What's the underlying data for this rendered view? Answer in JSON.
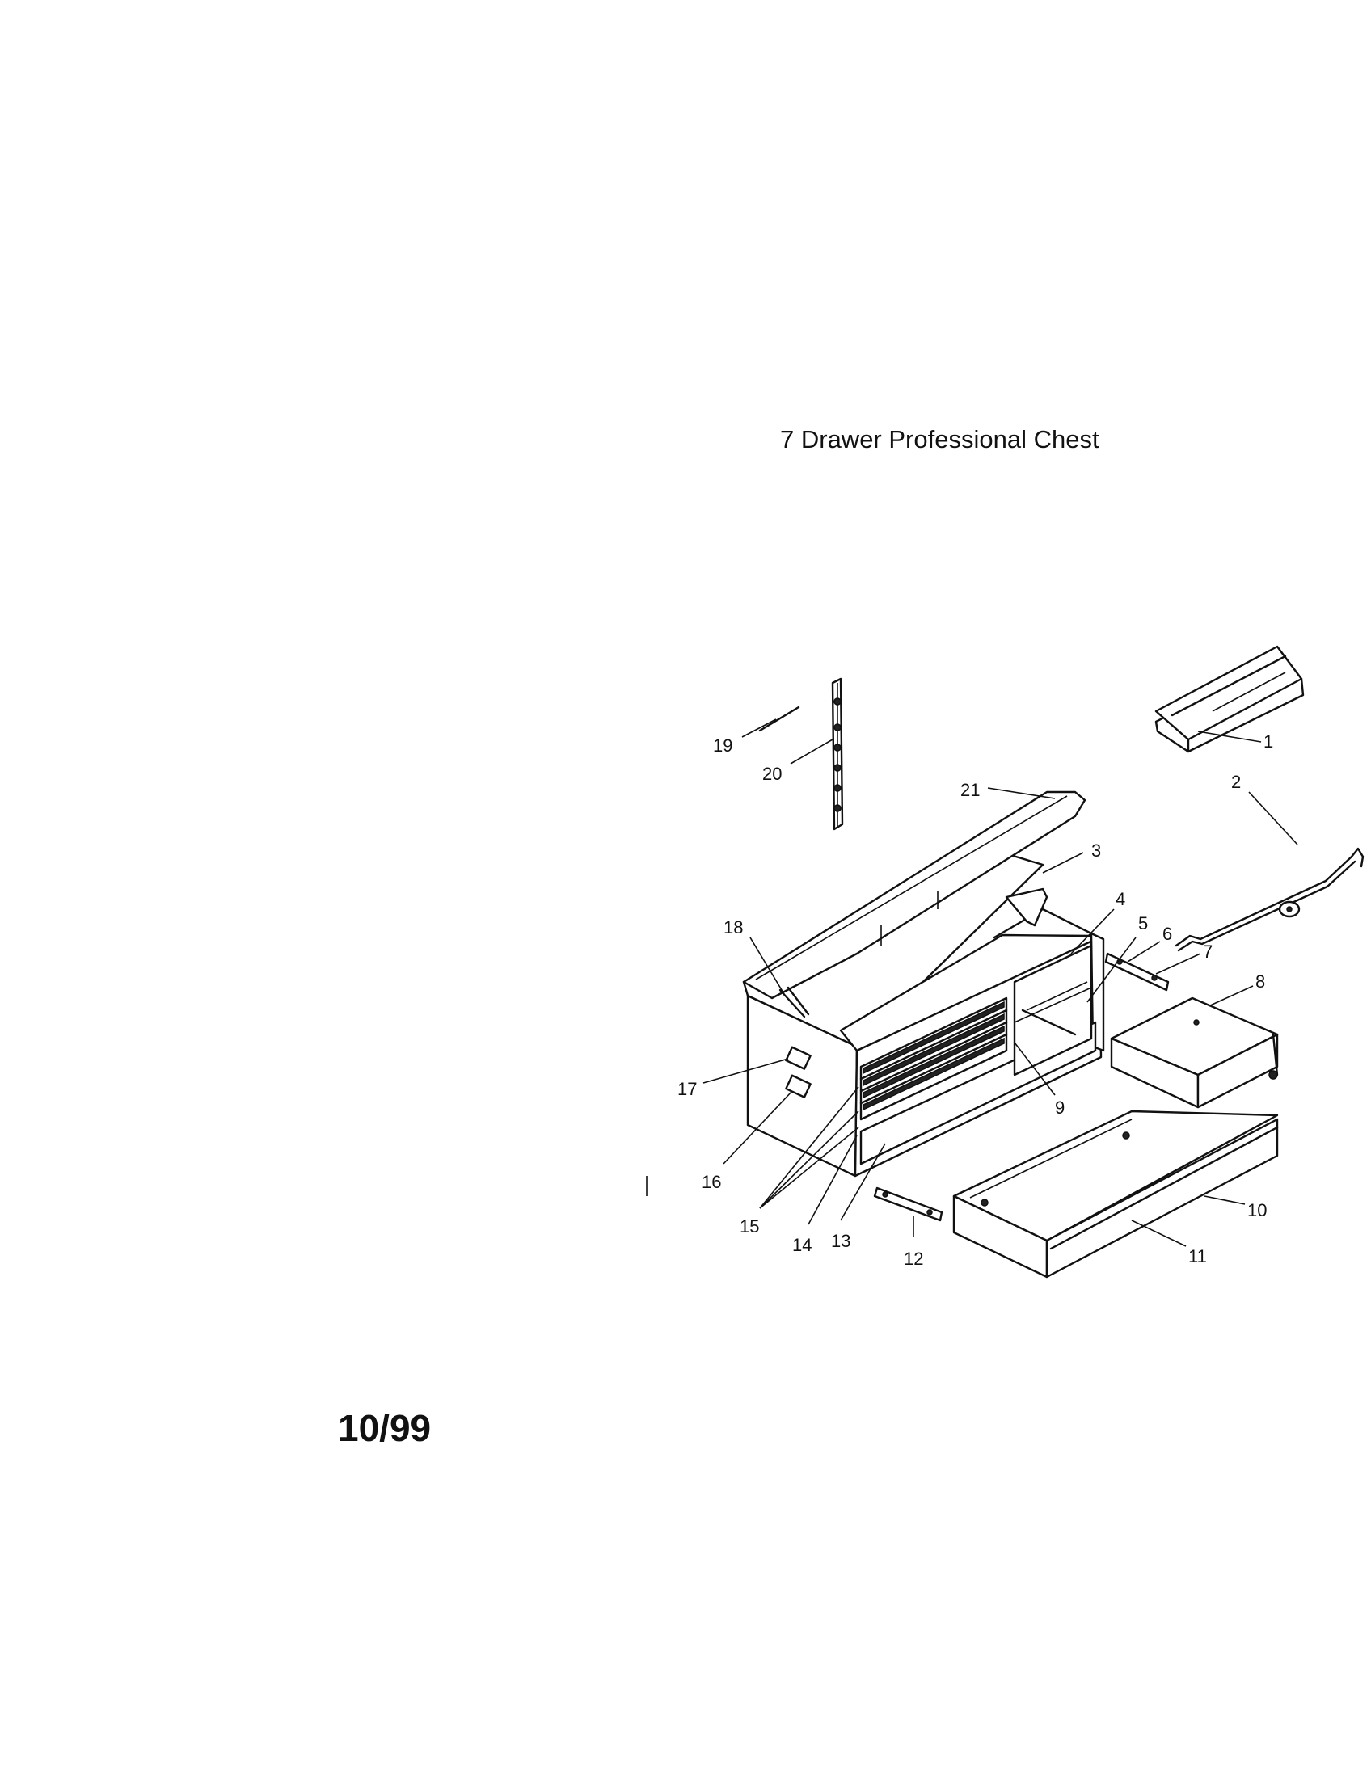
{
  "title": "7 Drawer Professional Chest",
  "date": "10/99",
  "callouts": [
    {
      "id": "1",
      "label": "1"
    },
    {
      "id": "2",
      "label": "2"
    },
    {
      "id": "3",
      "label": "3"
    },
    {
      "id": "4",
      "label": "4"
    },
    {
      "id": "5",
      "label": "5"
    },
    {
      "id": "6",
      "label": "6"
    },
    {
      "id": "7",
      "label": "7"
    },
    {
      "id": "8",
      "label": "8"
    },
    {
      "id": "9",
      "label": "9"
    },
    {
      "id": "10",
      "label": "10"
    },
    {
      "id": "11",
      "label": "11"
    },
    {
      "id": "12",
      "label": "12"
    },
    {
      "id": "13",
      "label": "13"
    },
    {
      "id": "14",
      "label": "14"
    },
    {
      "id": "15",
      "label": "15"
    },
    {
      "id": "16",
      "label": "16"
    },
    {
      "id": "17",
      "label": "17"
    },
    {
      "id": "18",
      "label": "18"
    },
    {
      "id": "19",
      "label": "19"
    },
    {
      "id": "20",
      "label": "20"
    },
    {
      "id": "21",
      "label": "21"
    }
  ]
}
